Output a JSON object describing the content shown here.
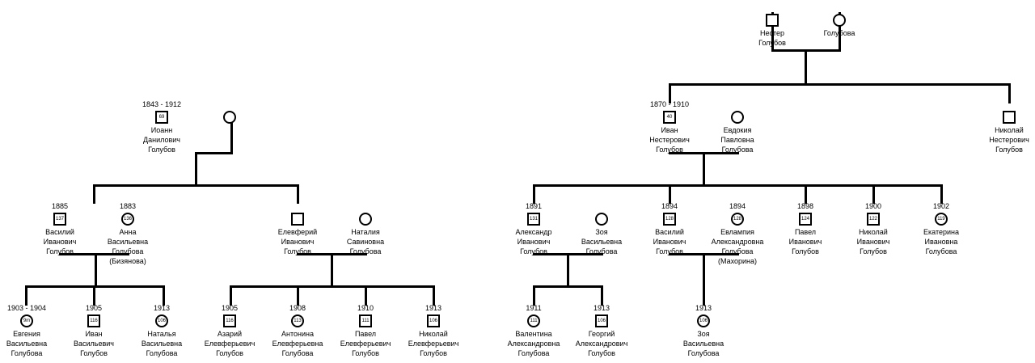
{
  "people": [
    {
      "id": "nester",
      "name": [
        "Нестер",
        "Голубов"
      ],
      "shape": "square",
      "year": "",
      "badge": ""
    },
    {
      "id": "golubova",
      "name": [
        "Голубова"
      ],
      "shape": "circle",
      "year": "",
      "badge": ""
    },
    {
      "id": "ivan_n",
      "name": [
        "Иван",
        "Нестерович",
        "Голубов"
      ],
      "shape": "square",
      "year": "1870 - 1910",
      "badge": "40"
    },
    {
      "id": "evdokia",
      "name": [
        "Евдокия",
        "Павловна",
        "Голубова"
      ],
      "shape": "circle",
      "year": "",
      "badge": ""
    },
    {
      "id": "nikolai_n",
      "name": [
        "Николай",
        "Нестерович",
        "Голубов"
      ],
      "shape": "square",
      "year": "",
      "badge": ""
    },
    {
      "id": "ioann",
      "name": [
        "Иоанн",
        "Данилович",
        "Голубов"
      ],
      "shape": "square",
      "year": "1843 - 1912",
      "badge": "69"
    },
    {
      "id": "ioann_w",
      "name": [],
      "shape": "circle",
      "year": "",
      "badge": ""
    },
    {
      "id": "vasily_iv",
      "name": [
        "Василий",
        "Иванович",
        "Голубов"
      ],
      "shape": "square",
      "year": "1885",
      "badge": "137"
    },
    {
      "id": "anna",
      "name": [
        "Анна",
        "Васильевна",
        "Голубова",
        "(Бизянова)"
      ],
      "shape": "circle",
      "year": "1883",
      "badge": "136"
    },
    {
      "id": "elevferiy",
      "name": [
        "Елевферий",
        "Иванович",
        "Голубов"
      ],
      "shape": "square",
      "year": "",
      "badge": ""
    },
    {
      "id": "natalia_s",
      "name": [
        "Наталия",
        "Савиновна",
        "Голубова"
      ],
      "shape": "circle",
      "year": "",
      "badge": ""
    },
    {
      "id": "evgenia",
      "name": [
        "Евгения",
        "Васильевна",
        "Голубова"
      ],
      "shape": "circle",
      "year": "1903 - 1904",
      "badge": "9m"
    },
    {
      "id": "ivan_v",
      "name": [
        "Иван",
        "Васильевич",
        "Голубов"
      ],
      "shape": "square",
      "year": "1905",
      "badge": "116"
    },
    {
      "id": "natalia_v",
      "name": [
        "Наталья",
        "Васильевна",
        "Голубова"
      ],
      "shape": "circle",
      "year": "1913",
      "badge": "106"
    },
    {
      "id": "azariy",
      "name": [
        "Азарий",
        "Елевферьевич",
        "Голубов"
      ],
      "shape": "square",
      "year": "1905",
      "badge": "116"
    },
    {
      "id": "antonina",
      "name": [
        "Антонина",
        "Елевферьевна",
        "Голубова"
      ],
      "shape": "circle",
      "year": "1908",
      "badge": "113"
    },
    {
      "id": "pavel_e",
      "name": [
        "Павел",
        "Елевферьевич",
        "Голубов"
      ],
      "shape": "square",
      "year": "1910",
      "badge": "111"
    },
    {
      "id": "nikolai_e",
      "name": [
        "Николай",
        "Елевферьевич",
        "Голубов"
      ],
      "shape": "square",
      "year": "1913",
      "badge": "106"
    },
    {
      "id": "alexandr_i",
      "name": [
        "Александр",
        "Иванович",
        "Голубов"
      ],
      "shape": "square",
      "year": "1891",
      "badge": "131"
    },
    {
      "id": "zoya_w",
      "name": [
        "Зоя",
        "Васильевна",
        "Голубова"
      ],
      "shape": "circle",
      "year": "",
      "badge": ""
    },
    {
      "id": "vasily_ivan",
      "name": [
        "Василий",
        "Иванович",
        "Голубов"
      ],
      "shape": "square",
      "year": "1894",
      "badge": "128"
    },
    {
      "id": "evlampia",
      "name": [
        "Евлампия",
        "Александровна",
        "Голубова",
        "(Махорина)"
      ],
      "shape": "circle",
      "year": "1894",
      "badge": "128"
    },
    {
      "id": "pavel_i",
      "name": [
        "Павел",
        "Иванович",
        "Голубов"
      ],
      "shape": "square",
      "year": "1898",
      "badge": "124"
    },
    {
      "id": "nikolai_i",
      "name": [
        "Николай",
        "Иванович",
        "Голубов"
      ],
      "shape": "square",
      "year": "1900",
      "badge": "122"
    },
    {
      "id": "ekaterina",
      "name": [
        "Екатерина",
        "Ивановна",
        "Голубова"
      ],
      "shape": "circle",
      "year": "1902",
      "badge": "119"
    },
    {
      "id": "valentina",
      "name": [
        "Валентина",
        "Александровна",
        "Голубова"
      ],
      "shape": "circle",
      "year": "1911",
      "badge": "111"
    },
    {
      "id": "georgiy",
      "name": [
        "Георгий",
        "Александрович",
        "Голубов"
      ],
      "shape": "square",
      "year": "1913",
      "badge": "106"
    },
    {
      "id": "zoya_v",
      "name": [
        "Зоя",
        "Васильевна",
        "Голубова"
      ],
      "shape": "circle",
      "year": "1913",
      "badge": "106"
    }
  ]
}
